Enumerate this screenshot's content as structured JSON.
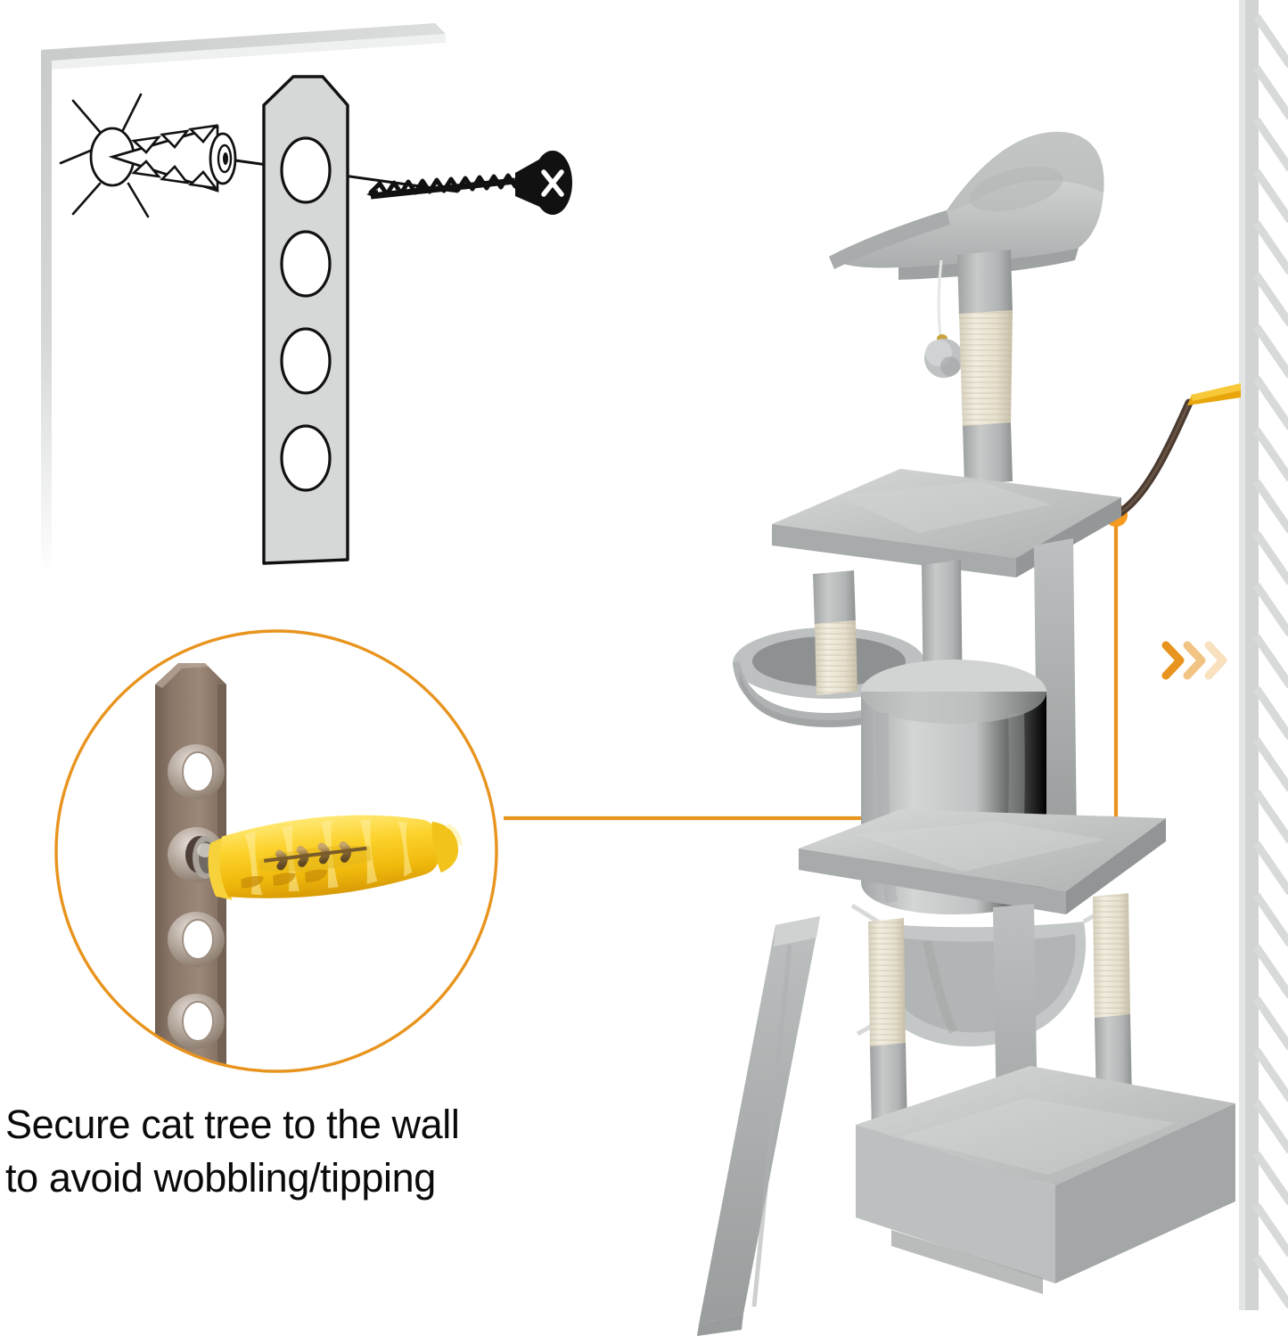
{
  "caption": {
    "line1": "Secure cat tree to the wall",
    "line2": "to avoid wobbling/tipping",
    "full": "Secure cat tree to the wall\nto avoid wobbling/tipping"
  },
  "colors": {
    "accent_orange": "#E8941E",
    "accent_orange_dark": "#D98610",
    "dot_orange": "#F59A1E",
    "bracket_brown": "#8A7668",
    "plug_yellow": "#F5C518",
    "strap_brown": "#4A3A30",
    "wall_gray": "#D2D4D4",
    "wall_gray_light": "#E2E4E4",
    "plush_gray": "#C6C8C8",
    "plush_gray_dark": "#A8ACAC",
    "sisal_cream": "#E8E3D5",
    "line_black": "#111111"
  },
  "wall_panel_diagram": {
    "name": "wall-mount-exploded-diagram",
    "parts": [
      {
        "id": "wall-surface",
        "label": "wall-panel"
      },
      {
        "id": "wall-anchor",
        "label": "expansion-anchor-plug"
      },
      {
        "id": "impact-burst",
        "label": "anchor-insertion-burst"
      },
      {
        "id": "mount-bracket",
        "label": "metal-bracket-4-holes"
      },
      {
        "id": "screw",
        "label": "phillips-wood-screw"
      },
      {
        "id": "assembly-axis",
        "label": "alignment-axis-line"
      }
    ],
    "bracket_hole_count": 4
  },
  "detail_callout": {
    "name": "zoom-detail-circle",
    "parts": [
      {
        "id": "bracket",
        "label": "brown-bracket-with-grommets"
      },
      {
        "id": "grommets",
        "label": "metal-eyelet-holes",
        "count": 4
      },
      {
        "id": "wall-plug",
        "label": "yellow-expansion-plug"
      },
      {
        "id": "screw-tip",
        "label": "screw-inside-plug"
      }
    ]
  },
  "connector": {
    "name": "callout-connector-line",
    "dot_label": "anchor-point-marker"
  },
  "chevrons": {
    "name": "direction-chevrons",
    "count": 3,
    "direction": "right"
  },
  "right_wall": {
    "name": "room-wall-hatched",
    "hatch_count": 26
  },
  "product": {
    "name": "cat-tree-tower",
    "components": [
      {
        "id": "top-perch",
        "label": "top-curved-lounger"
      },
      {
        "id": "pom-pom",
        "label": "hanging-ball-toy"
      },
      {
        "id": "top-post",
        "label": "sisal-scratching-post-top"
      },
      {
        "id": "upper-platform",
        "label": "upper-platform-board"
      },
      {
        "id": "basket",
        "label": "round-plush-basket"
      },
      {
        "id": "condo",
        "label": "cylinder-condo"
      },
      {
        "id": "mid-platform",
        "label": "middle-platform-board"
      },
      {
        "id": "hammock",
        "label": "plush-hammock"
      },
      {
        "id": "base",
        "label": "base-board"
      },
      {
        "id": "ramp",
        "label": "angled-ramp-support"
      },
      {
        "id": "safety-strap",
        "label": "anti-tip-strap-to-wall"
      },
      {
        "id": "wall-plug-anchor",
        "label": "yellow-plug-in-wall"
      }
    ]
  }
}
